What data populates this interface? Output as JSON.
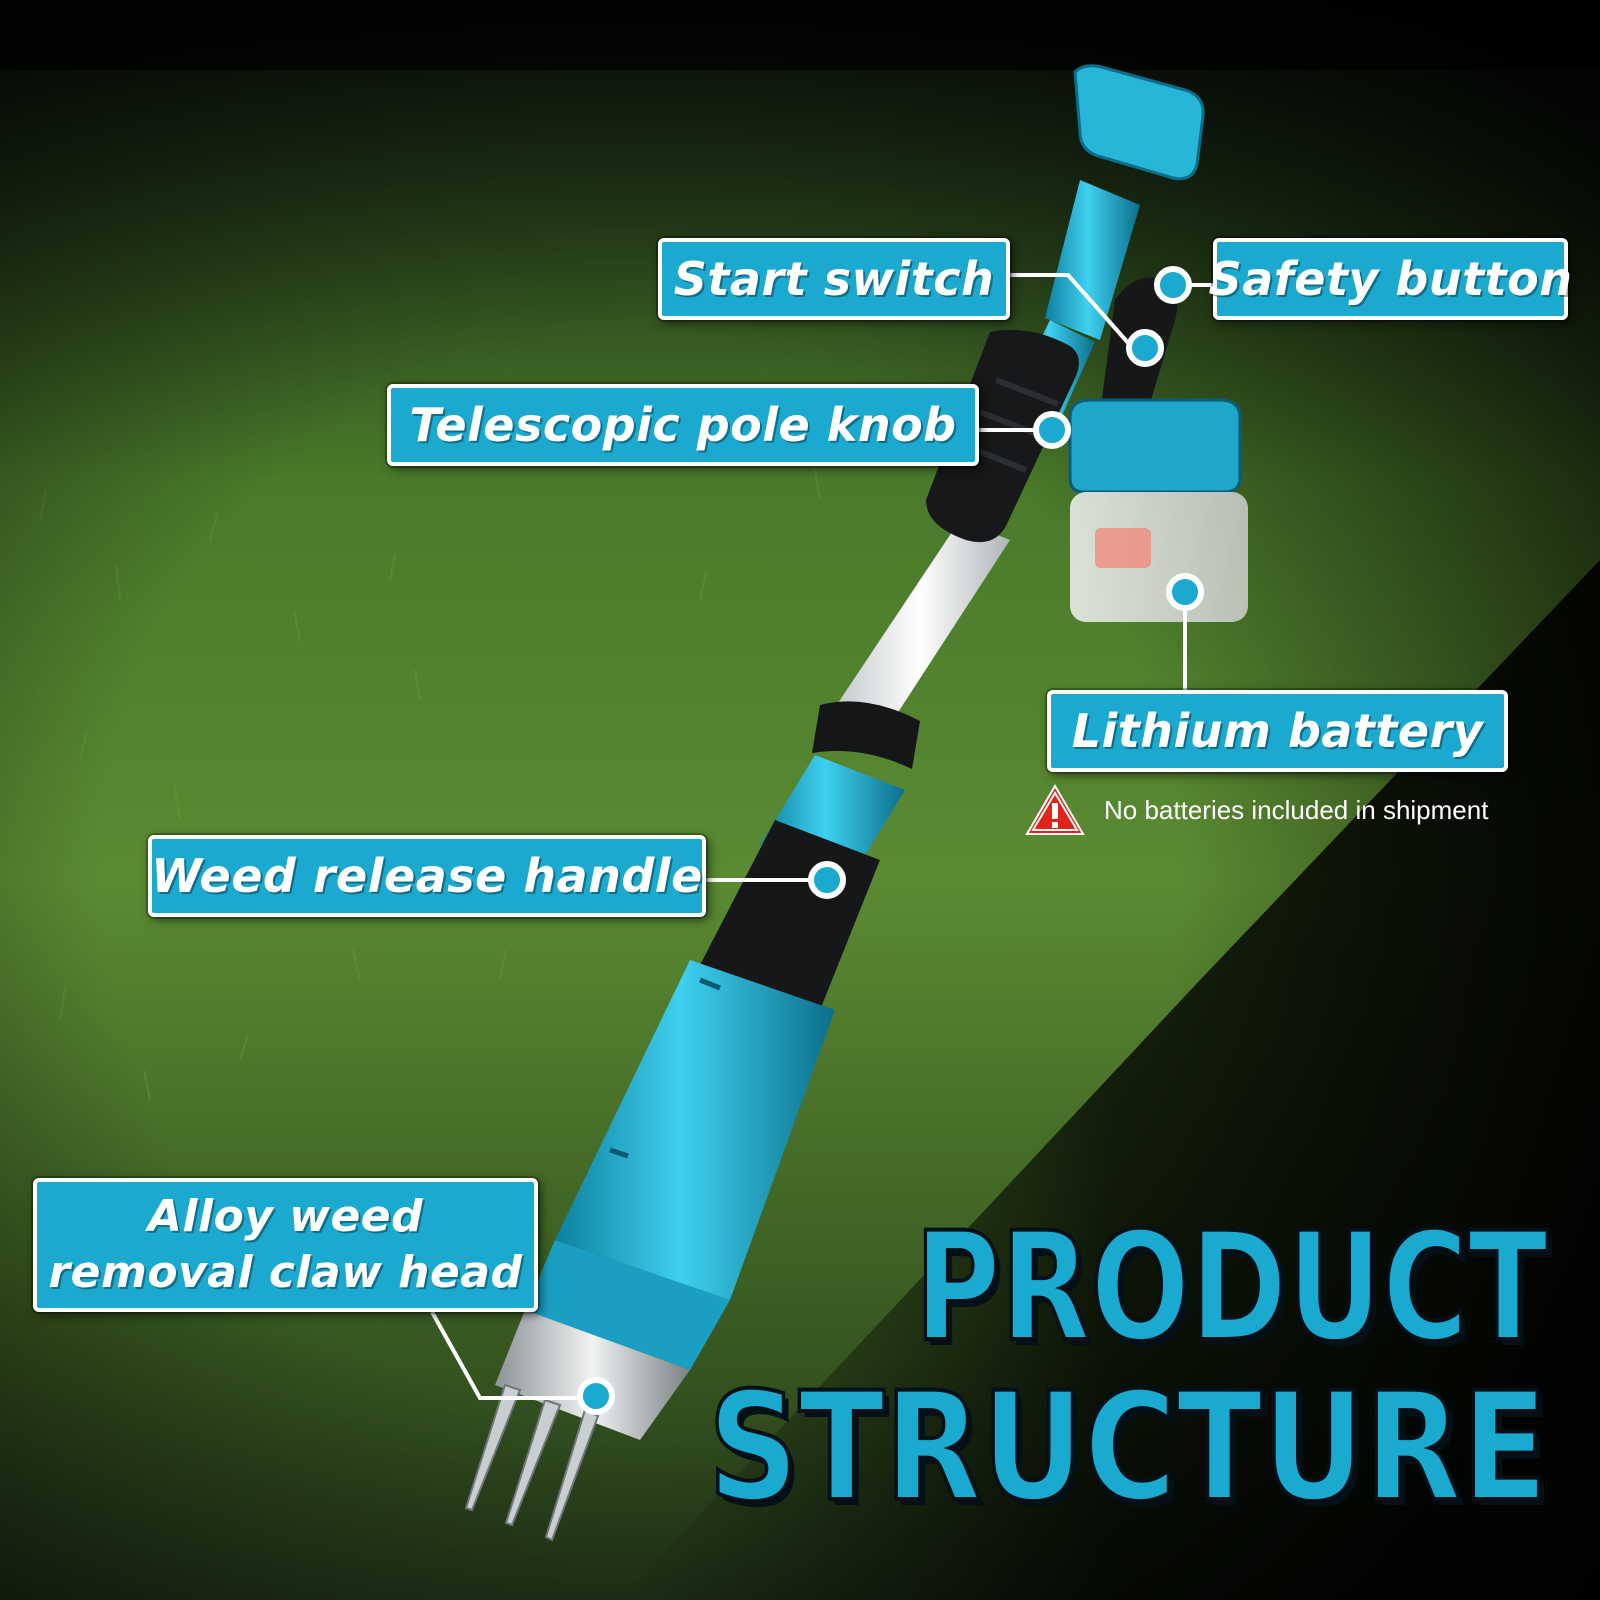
{
  "callouts": {
    "start_switch": "Start switch",
    "safety_button": "Safety button",
    "telescopic_pole_knob": "Telescopic pole knob",
    "lithium_battery": "Lithium battery",
    "weed_release_handle": "Weed release handle",
    "claw_head_line1": "Alloy weed",
    "claw_head_line2": "removal claw head"
  },
  "notice": {
    "icon": "warning-triangle-icon",
    "text": "No batteries included in shipment"
  },
  "headline": {
    "line1": "PRODUCT",
    "line2": "STRUCTURE"
  },
  "colors": {
    "accent": "#1ba9cf",
    "label_border": "#ffffff",
    "warning": "#e0241b",
    "grass": "#4f7a2a",
    "tool_black": "#151719",
    "battery_grey": "#e6e6e6"
  }
}
